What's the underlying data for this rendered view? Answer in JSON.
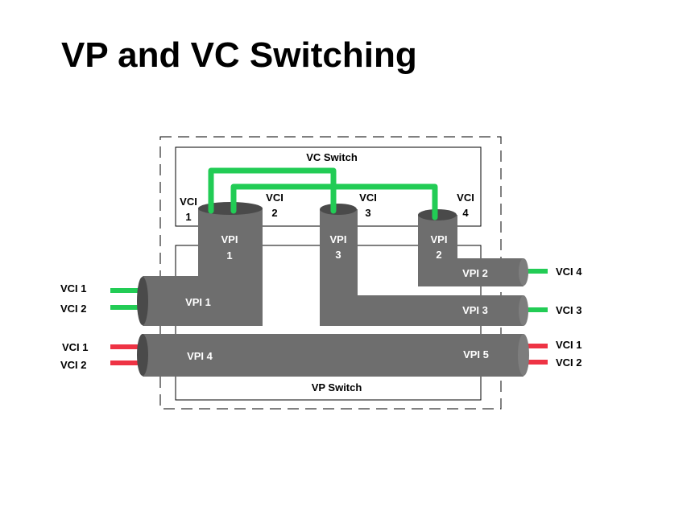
{
  "title": "VP and VC Switching",
  "colors": {
    "pipe": "#6e6e6e",
    "pipe_dark": "#4a4a4a",
    "pipe_end": "#8a8a8a",
    "vc_green": "#22cc55",
    "vp_red": "#ee3344"
  },
  "vc_switch": {
    "label": "VC Switch",
    "vci_top": [
      {
        "line1": "VCI",
        "line2": "1"
      },
      {
        "line1": "VCI",
        "line2": "2"
      },
      {
        "line1": "VCI",
        "line2": "3"
      },
      {
        "line1": "VCI",
        "line2": "4"
      }
    ],
    "pipe_labels": [
      {
        "line1": "VPI",
        "line2": "1"
      },
      {
        "line1": "VPI",
        "line2": "3"
      },
      {
        "line1": "VPI",
        "line2": "2"
      }
    ]
  },
  "vp_switch": {
    "label": "VP Switch",
    "inner": {
      "vpi2": "VPI 2",
      "vpi3": "VPI 3",
      "vpi1": "VPI 1",
      "vpi4": "VPI 4",
      "vpi5": "VPI 5"
    }
  },
  "left_labels": {
    "top_vci1": "VCI 1",
    "top_vci2": "VCI 2",
    "bottom_vci1": "VCI 1",
    "bottom_vci2": "VCI 2"
  },
  "right_labels": {
    "vci4": "VCI 4",
    "vci3": "VCI 3",
    "vci1": "VCI 1",
    "vci2": "VCI 2"
  }
}
